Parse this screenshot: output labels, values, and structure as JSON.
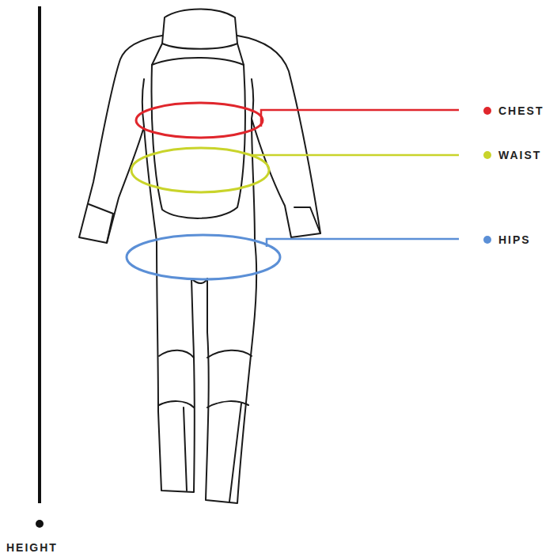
{
  "diagram": {
    "labels": [
      "CHEST",
      "WAIST",
      "HIPS",
      "HEIGHT"
    ]
  }
}
